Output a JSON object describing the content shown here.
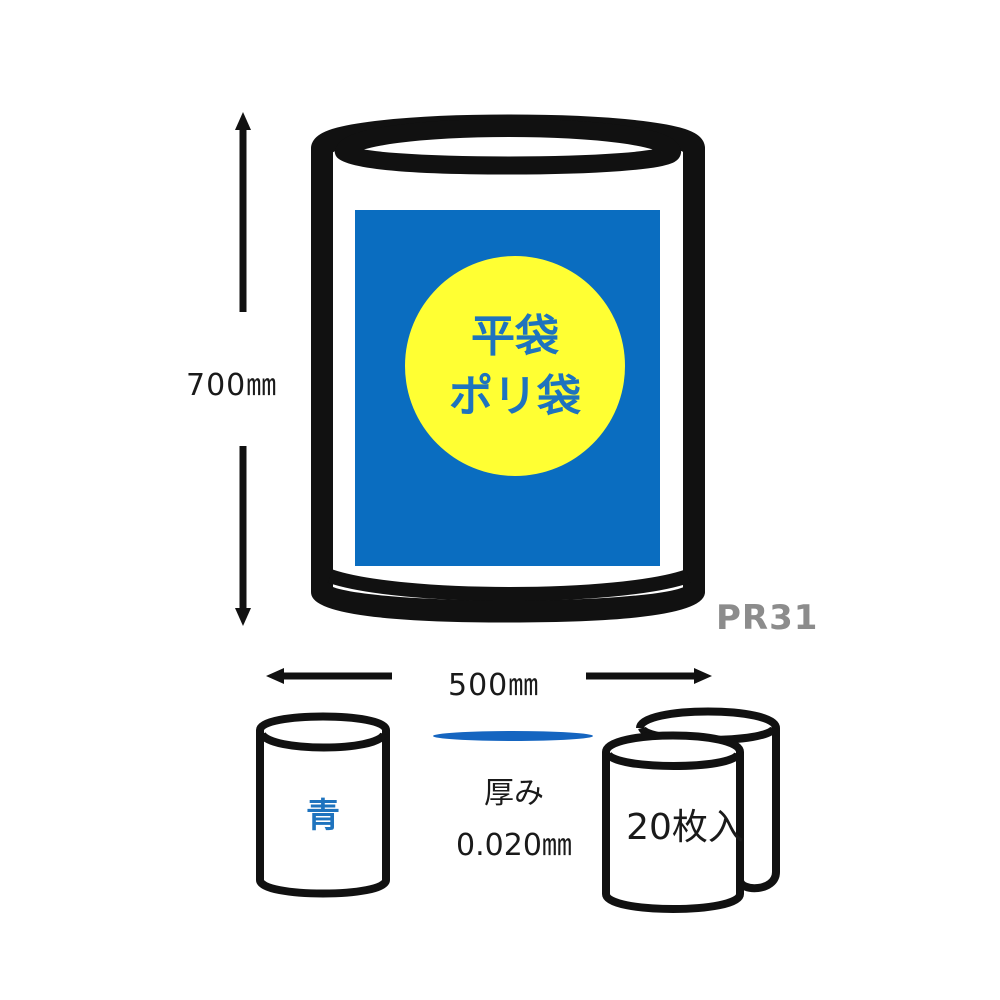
{
  "product": {
    "code": "PR31",
    "badge_line1": "平袋",
    "badge_line2": "ポリ袋",
    "height_label": "700㎜",
    "width_label": "500㎜",
    "color_label": "青",
    "thickness_label": "厚み",
    "thickness_value": "0.020㎜",
    "count_label": "20枚入"
  },
  "colors": {
    "bag_label_blue": "#0a6dc0",
    "badge_yellow": "#ffff33",
    "badge_text": "#1e73be",
    "outline": "#111111",
    "code_gray": "#8c8c8c",
    "thickness_bar": "#1565c0"
  }
}
